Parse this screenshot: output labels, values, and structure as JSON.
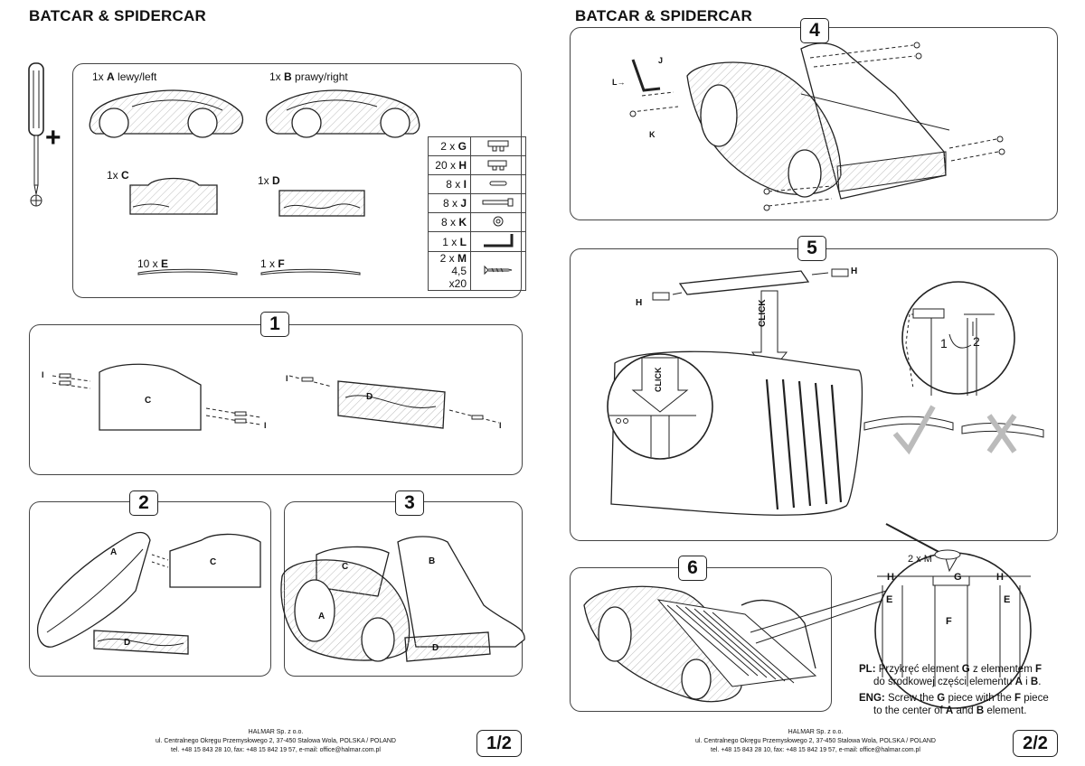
{
  "left": {
    "title": "BATCAR & SPIDERCAR",
    "plus": "+",
    "parts": {
      "a": {
        "qty": "1x",
        "letter": "A",
        "desc": "lewy/left"
      },
      "b": {
        "qty": "1x",
        "letter": "B",
        "desc": "prawy/right"
      },
      "c": {
        "qty": "1x",
        "letter": "C"
      },
      "d": {
        "qty": "1x",
        "letter": "D"
      },
      "e": {
        "qty": "10 x",
        "letter": "E"
      },
      "f": {
        "qty": "1 x",
        "letter": "F"
      }
    },
    "hardware": [
      {
        "qty": "2 x",
        "letter": "G",
        "icon": "bracket-g-icon"
      },
      {
        "qty": "20 x",
        "letter": "H",
        "icon": "bracket-h-icon"
      },
      {
        "qty": "8 x",
        "letter": "I",
        "icon": "dowel-icon"
      },
      {
        "qty": "8 x",
        "letter": "J",
        "icon": "bolt-icon"
      },
      {
        "qty": "8 x",
        "letter": "K",
        "icon": "nut-icon"
      },
      {
        "qty": "1 x",
        "letter": "L",
        "icon": "allen-key-icon"
      },
      {
        "qty": "2 x",
        "letter": "M",
        "extra": "4,5 x20",
        "icon": "screw-icon"
      }
    ],
    "step1": {
      "num": "1",
      "c": "C",
      "d": "D",
      "i": "I"
    },
    "step2": {
      "num": "2",
      "a": "A",
      "c": "C",
      "d": "D"
    },
    "step3": {
      "num": "3",
      "a": "A",
      "b": "B",
      "c": "C",
      "d": "D"
    },
    "page": "1/2"
  },
  "right": {
    "title": "BATCAR & SPIDERCAR",
    "step4": {
      "num": "4",
      "l": "L",
      "j": "J",
      "k": "K",
      "arrow": "→"
    },
    "step5": {
      "num": "5",
      "h": "H",
      "click": "CLICK",
      "one": "1",
      "two": "2"
    },
    "step6": {
      "num": "6",
      "h": "H",
      "g": "G",
      "e": "E",
      "f": "F",
      "m": "2 x M"
    },
    "note_pl": {
      "prefix": "PL:",
      "t1": "Przykręć element",
      "g": "G",
      "t2": "z elementem",
      "f": "F",
      "t3": "do środkowej części elementu",
      "a": "A",
      "i": "i",
      "b": "B",
      "end": "."
    },
    "note_eng": {
      "prefix": "ENG:",
      "t1": "Screw the",
      "g": "G",
      "t2": "piece with the",
      "f": "F",
      "t3": "piece",
      "t4": "to the center of",
      "a": "A",
      "and": "and",
      "b": "B",
      "t5": "element."
    },
    "page": "2/2"
  },
  "footer": {
    "company": "HALMAR Sp. z o.o.",
    "address": "ul. Centralnego Okręgu Przemysłowego 2, 37-450 Stalowa Wola, POLSKA / POLAND",
    "contact": "tel. +48 15 843 28 10, fax: +48 15 842 19 57, e-mail: office@halmar.com.pl"
  }
}
